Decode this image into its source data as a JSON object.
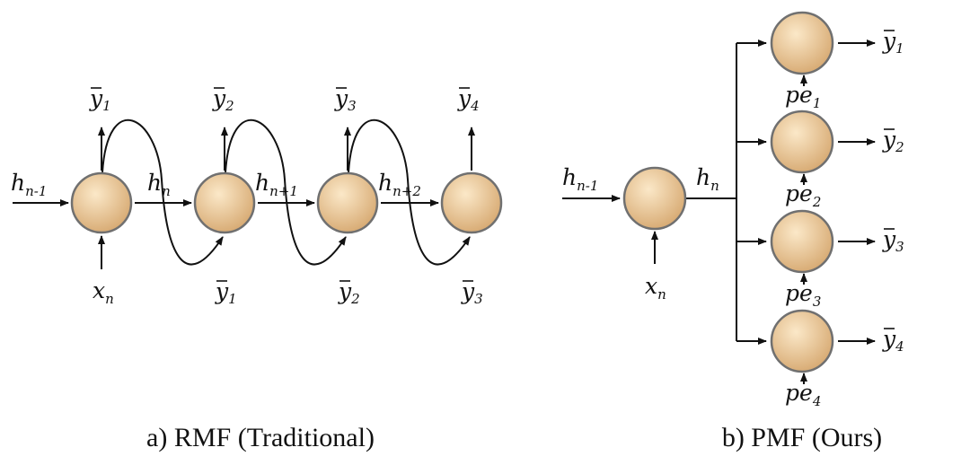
{
  "colors": {
    "node_light": "#fbe8c8",
    "node_dark": "#d6a870",
    "node_stroke": "#707070",
    "line": "#111111"
  },
  "rmf": {
    "caption": "a) RMF (Traditional)",
    "input_hidden": {
      "base": "h",
      "sub": "n-1"
    },
    "input_x": {
      "base": "x",
      "sub": "n"
    },
    "hidden_labels": [
      {
        "base": "h",
        "sub": "n"
      },
      {
        "base": "h",
        "sub": "n+1"
      },
      {
        "base": "h",
        "sub": "n+2"
      }
    ],
    "outputs": [
      {
        "base": "y",
        "sub": "1"
      },
      {
        "base": "y",
        "sub": "2"
      },
      {
        "base": "y",
        "sub": "3"
      },
      {
        "base": "y",
        "sub": "4"
      }
    ],
    "feedback_labels": [
      {
        "base": "y",
        "sub": "1"
      },
      {
        "base": "y",
        "sub": "2"
      },
      {
        "base": "y",
        "sub": "3"
      }
    ]
  },
  "pmf": {
    "caption": "b) PMF (Ours)",
    "input_hidden": {
      "base": "h",
      "sub": "n-1"
    },
    "input_x": {
      "base": "x",
      "sub": "n"
    },
    "hidden_label": {
      "base": "h",
      "sub": "n"
    },
    "outputs": [
      {
        "base": "y",
        "sub": "1"
      },
      {
        "base": "y",
        "sub": "2"
      },
      {
        "base": "y",
        "sub": "3"
      },
      {
        "base": "y",
        "sub": "4"
      }
    ],
    "position_embeddings": [
      {
        "base": "pe",
        "sub": "1"
      },
      {
        "base": "pe",
        "sub": "2"
      },
      {
        "base": "pe",
        "sub": "3"
      },
      {
        "base": "pe",
        "sub": "4"
      }
    ]
  }
}
